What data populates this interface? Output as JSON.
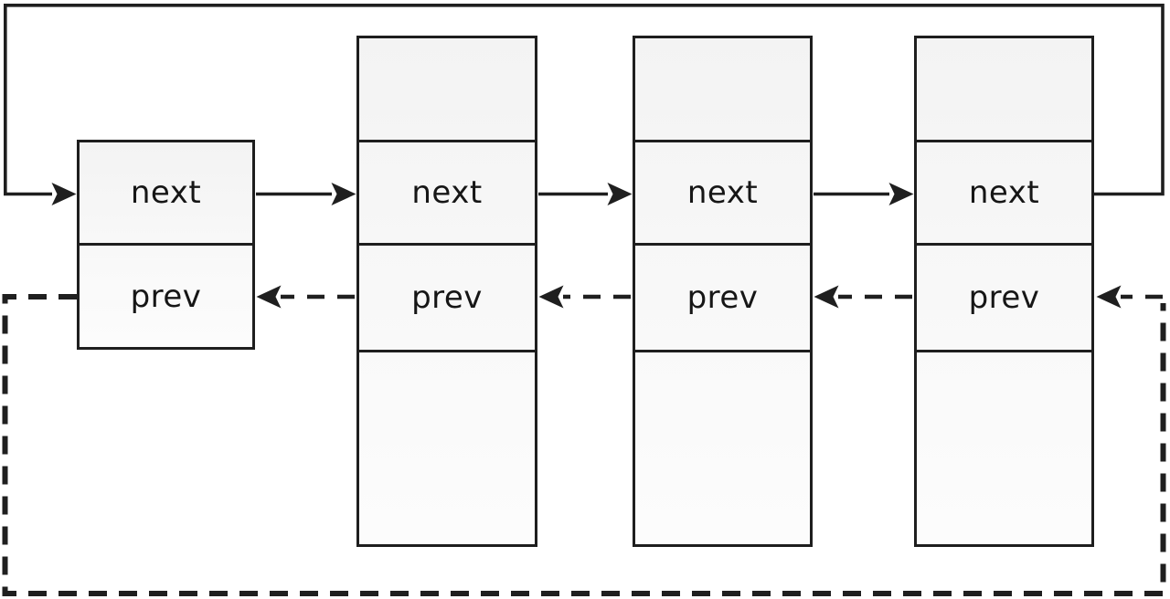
{
  "diagram": {
    "type": "circular-doubly-linked-list",
    "colors": {
      "background": "#ffffff",
      "line": "#1f1f1f",
      "box_border": "#1e1e1e",
      "box_fill": "#f7f7f7",
      "text": "#161616"
    },
    "nodes": [
      {
        "id": "node-1",
        "next_label": "next",
        "prev_label": "prev",
        "has_top_cell": false,
        "has_bottom_cell": false
      },
      {
        "id": "node-2",
        "next_label": "next",
        "prev_label": "prev",
        "has_top_cell": true,
        "has_bottom_cell": true
      },
      {
        "id": "node-3",
        "next_label": "next",
        "prev_label": "prev",
        "has_top_cell": true,
        "has_bottom_cell": true
      },
      {
        "id": "node-4",
        "next_label": "next",
        "prev_label": "prev",
        "has_top_cell": true,
        "has_bottom_cell": true
      }
    ],
    "edges": [
      {
        "from": "node-1.next",
        "to": "node-2",
        "style": "solid",
        "direction": "right"
      },
      {
        "from": "node-2.next",
        "to": "node-3",
        "style": "solid",
        "direction": "right"
      },
      {
        "from": "node-3.next",
        "to": "node-4",
        "style": "solid",
        "direction": "right"
      },
      {
        "from": "node-4.next",
        "to": "node-1",
        "style": "solid",
        "direction": "wrap-around-top"
      },
      {
        "from": "node-2.prev",
        "to": "node-1",
        "style": "dashed",
        "direction": "left"
      },
      {
        "from": "node-3.prev",
        "to": "node-2",
        "style": "dashed",
        "direction": "left"
      },
      {
        "from": "node-4.prev",
        "to": "node-3",
        "style": "dashed",
        "direction": "left"
      },
      {
        "from": "node-1.prev",
        "to": "node-4",
        "style": "dashed",
        "direction": "wrap-around-bottom"
      }
    ]
  }
}
